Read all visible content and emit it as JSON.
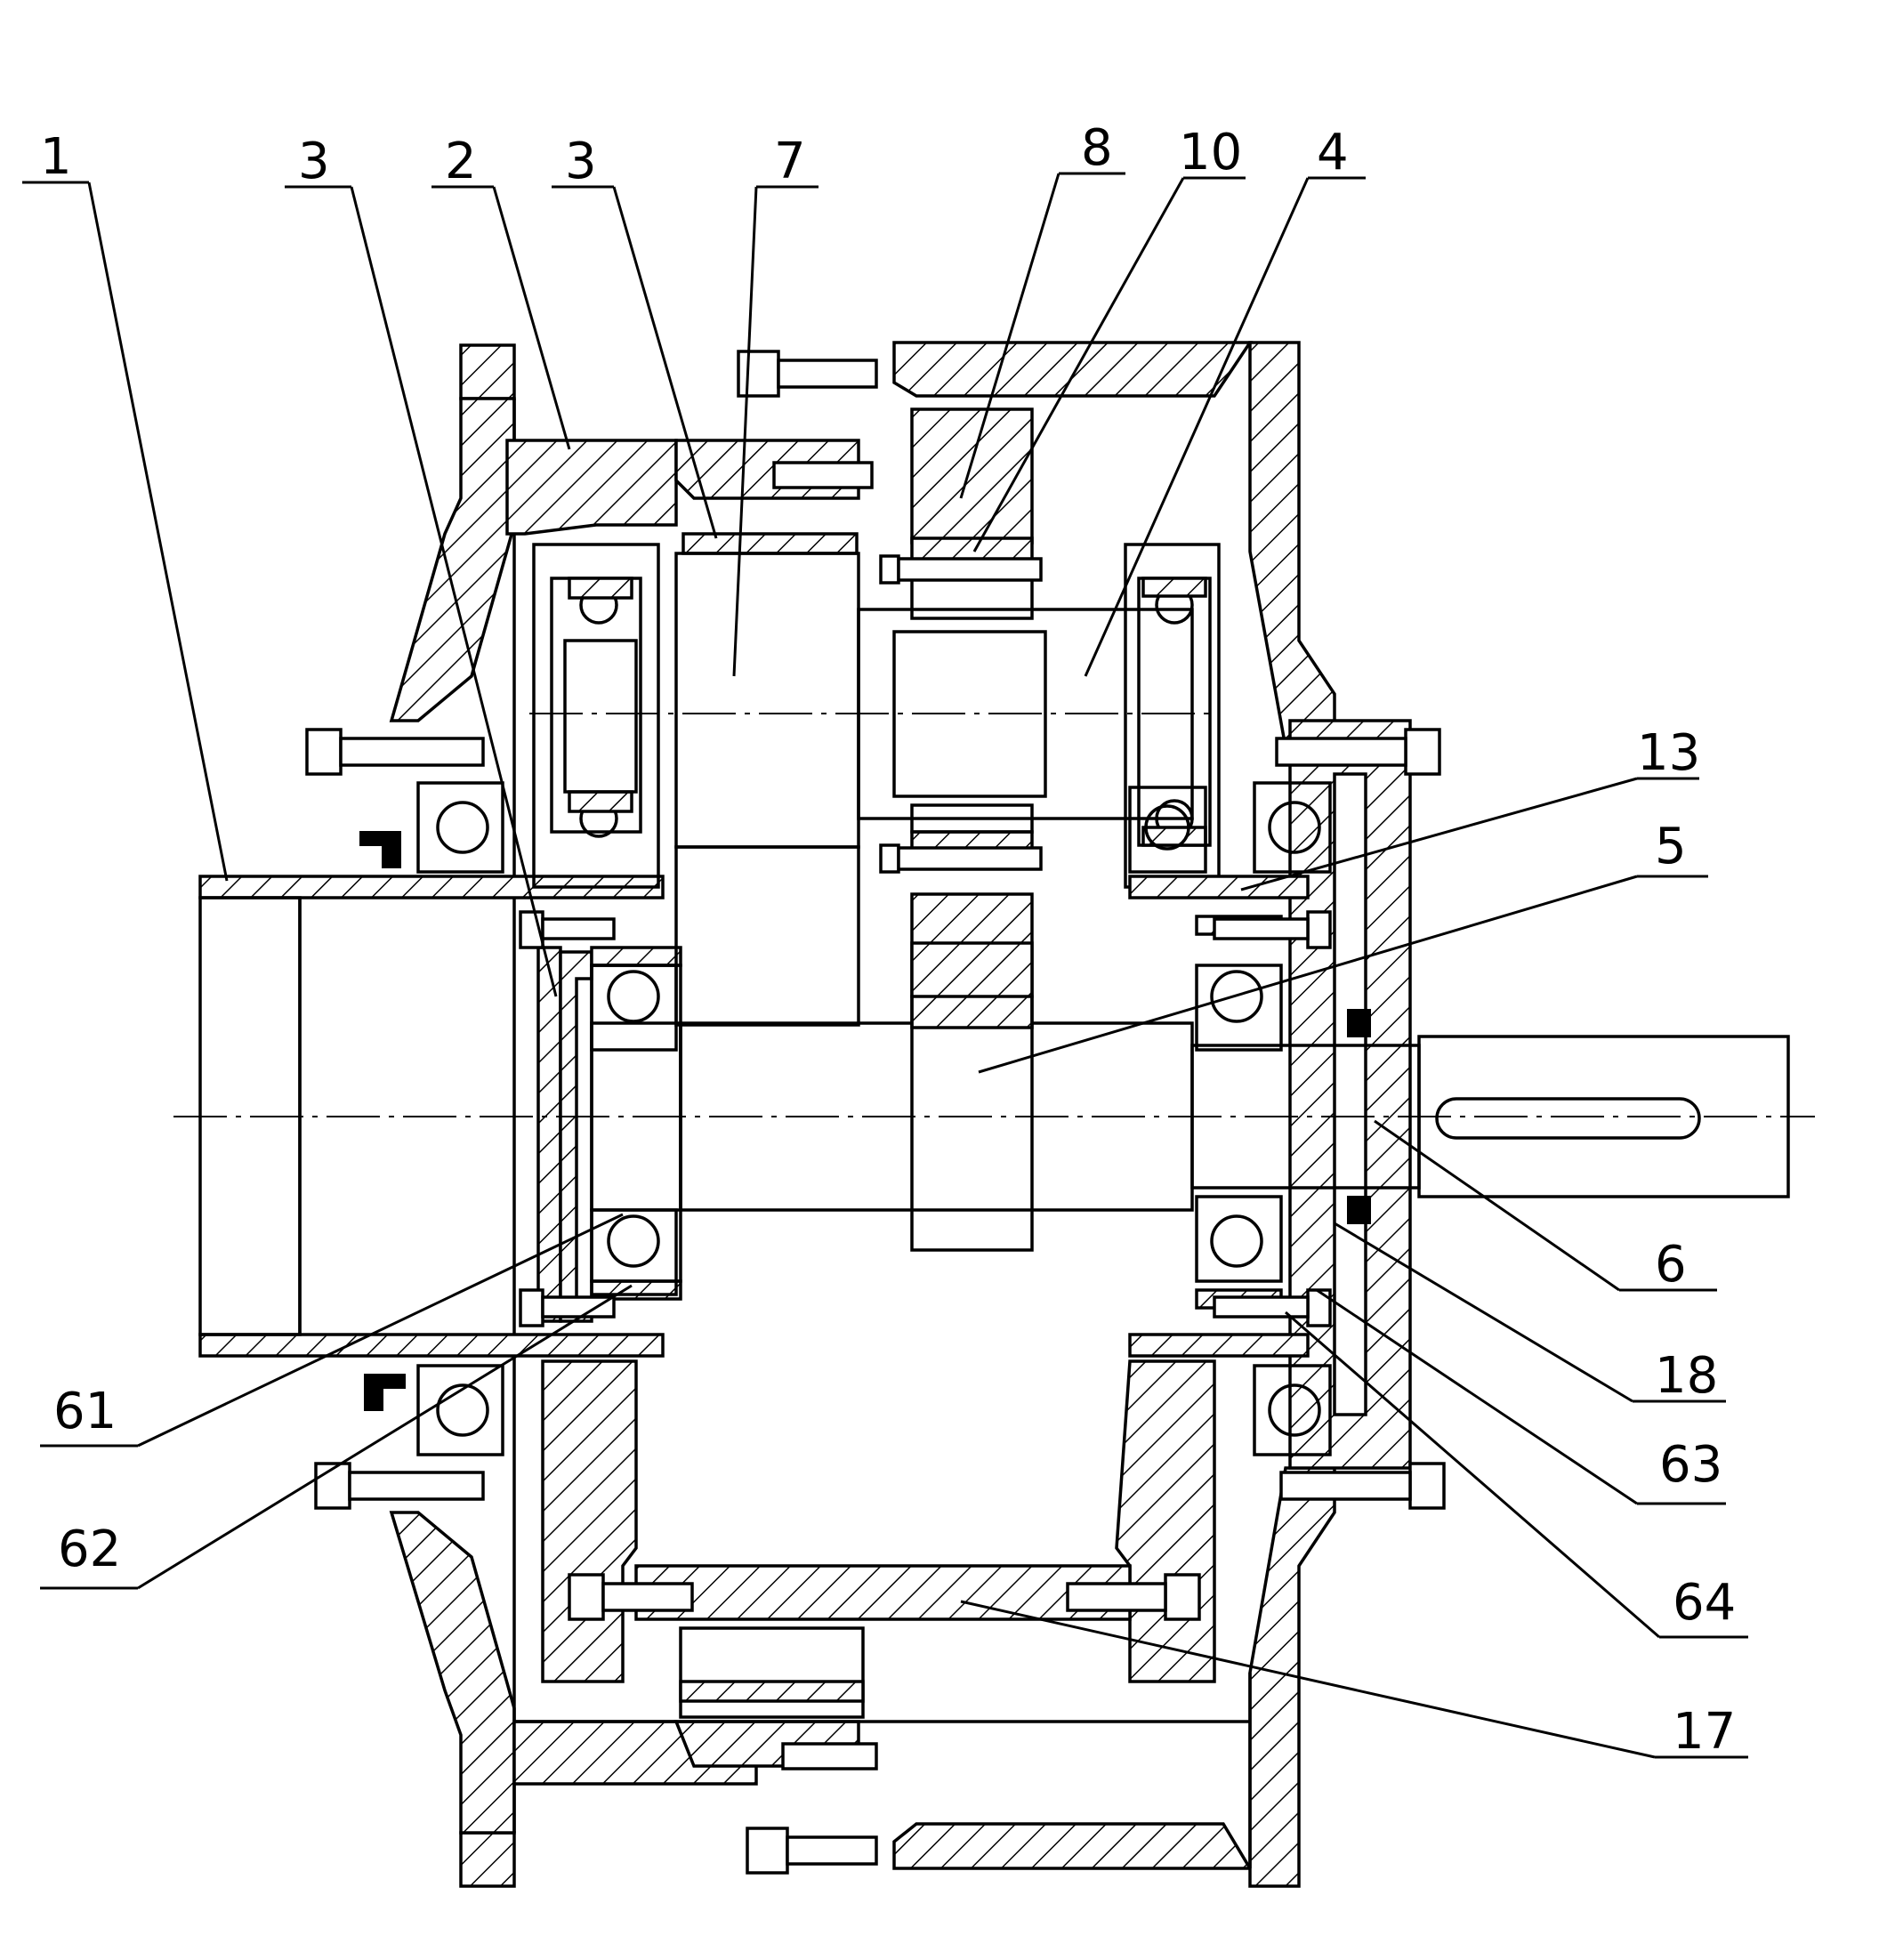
{
  "labels": {
    "l1": "1",
    "l3a": "3",
    "l2": "2",
    "l3b": "3",
    "l7": "7",
    "l8": "8",
    "l10": "10",
    "l4": "4",
    "l13": "13",
    "l5": "5",
    "l6": "6",
    "l18": "18",
    "l63": "63",
    "l64": "64",
    "l17": "17",
    "l61": "61",
    "l62": "62"
  },
  "colors": {
    "ink": "#000000",
    "paper": "#ffffff"
  }
}
